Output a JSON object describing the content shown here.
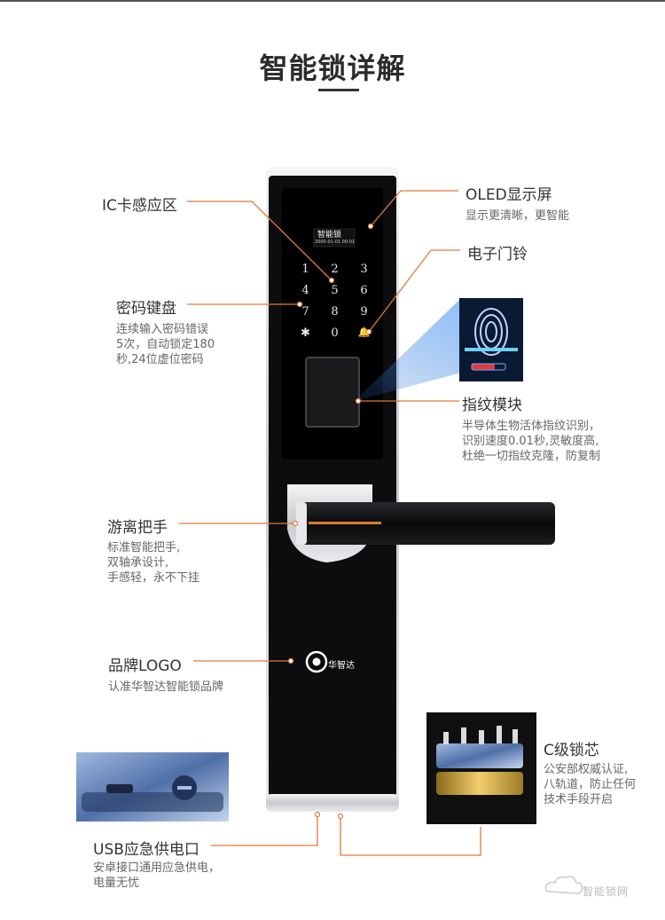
{
  "title": "智能锁详解",
  "callouts": {
    "ic": {
      "label": "IC卡感应区"
    },
    "oled": {
      "label": "OLED显示屏",
      "desc": "显示更清晰，更智能"
    },
    "bell": {
      "label": "电子门铃"
    },
    "keypad": {
      "label": "密码键盘",
      "desc": "连续输入密码错误\n5次，自动锁定180\n秒,24位虚位密码"
    },
    "fingerprint": {
      "label": "指纹模块",
      "desc": "半导体生物活体指纹识别，\n识别速度0.01秒,灵敏度高,\n杜绝一切指纹克隆，防复制"
    },
    "handle": {
      "label": "游离把手",
      "desc": "标准智能把手,\n双轴承设计,\n手感轻，永不下挂"
    },
    "logo": {
      "label": "品牌LOGO",
      "desc": "认准华智达智能锁品牌"
    },
    "core": {
      "label": "C级锁芯",
      "desc": "公安部权威认证,\n八轨道，防止任何\n技术手段开启"
    },
    "usb": {
      "label": "USB应急供电口",
      "desc": "安卓接口通用应急供电，\n电量无忧"
    }
  },
  "screen": {
    "text": "智能锁",
    "time": "2000-01-01 00:01"
  },
  "keypad_keys": [
    "1",
    "2",
    "3",
    "4",
    "5",
    "6",
    "7",
    "8",
    "9",
    "✱",
    "0",
    "🔔"
  ],
  "brand": "华智达",
  "watermark": "智能锁网",
  "colors": {
    "accent": "#e07a3a",
    "lock_body": "#0d0d0f",
    "chrome": "#d8d8dc"
  }
}
